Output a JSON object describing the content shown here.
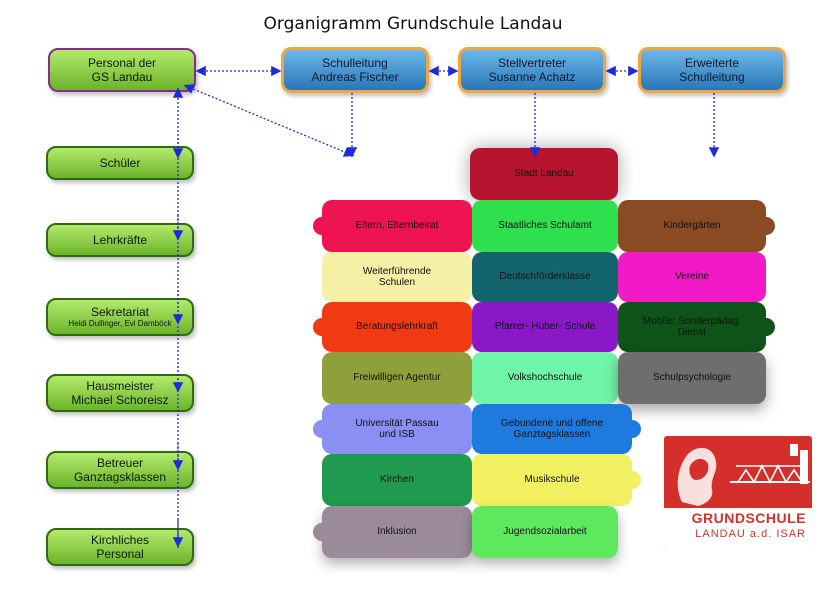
{
  "title": "Organigramm Grundschule Landau",
  "top": {
    "personal": [
      "Personal der",
      "GS Landau"
    ],
    "schulleitung": [
      "Schulleitung",
      "Andreas Fischer"
    ],
    "stellvertreter": [
      "Stellvertreter",
      "Susanne Achatz"
    ],
    "erweiterte": [
      "Erweiterte",
      "Schulleitung"
    ]
  },
  "left": [
    {
      "l1": "Schüler",
      "l2": ""
    },
    {
      "l1": "Lehrkräfte",
      "l2": ""
    },
    {
      "l1": "Sekretariat",
      "l2": "Heidi Dullinger, Evi Damböck"
    },
    {
      "l1": "Hausmeister",
      "l2": "Michael Schoreisz"
    },
    {
      "l1": "Betreuer",
      "l2": "Ganztagsklassen"
    },
    {
      "l1": "Kirchliches",
      "l2": "Personal"
    }
  ],
  "puzzle": {
    "stadt": "Stadt Landau",
    "eltern": "Eltern, Elternbeirat",
    "schulamt": "Staatliches Schulamt",
    "kindergarten": "Kindergärten",
    "weiterfuehrende": "Weiterführende Schulen",
    "deutschfoerder": "Deutschförderklasse",
    "vereine": "Vereine",
    "beratung": "Beratungslehrkraft",
    "pfarrer": "Pfarrer- Huber- Schule",
    "sonderpaed": "Mobiler Sonderpädag. Dienst",
    "freiwillig": "Freiwilligen Agentur",
    "vhs": "Volkshochschule",
    "schulpsych": "Schulpsychologie",
    "uni": "Universität Passau und ISB",
    "ganztag": "Gebundene und offene Ganztagsklassen",
    "kirchen": "Kirchen",
    "musik": "Musikschule",
    "inklusion": "Inklusion",
    "jugend": "Jugendsozialarbeit"
  },
  "logo": {
    "line1": "GRUNDSCHULE",
    "line2": "LANDAU a.d. ISAR"
  },
  "colors": {
    "green_box": "#7cc236",
    "blue_box": "#3b8ad0",
    "orange_border": "#f0a640",
    "connector": "#1d2bd8",
    "logo_red": "#d52f2c"
  }
}
